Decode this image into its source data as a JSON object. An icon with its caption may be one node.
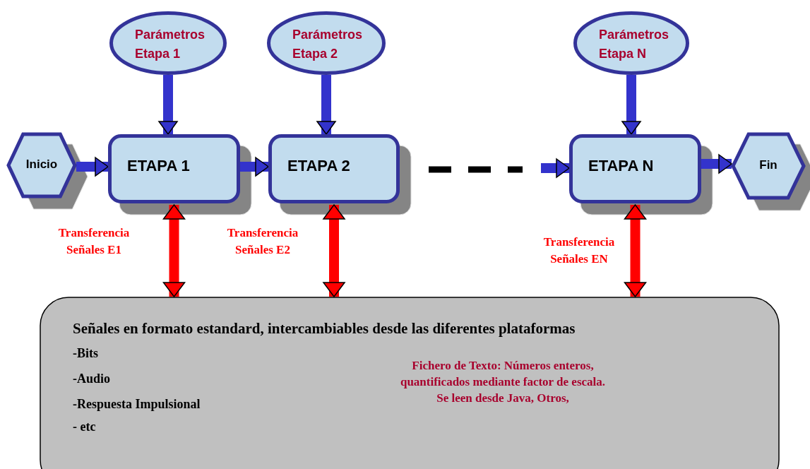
{
  "diagram": {
    "nodes": [
      {
        "text": [
          "Parámetros Etapa 1"
        ]
      },
      {
        "text": [
          "Parámetros Etapa 2"
        ]
      },
      {
        "text": [
          "Parámetros Etapa N"
        ]
      },
      {
        "text": [
          "Inicio"
        ]
      },
      {
        "text": [
          "ETAPA 1"
        ]
      },
      {
        "text": [
          "ETAPA 2"
        ]
      },
      {
        "text": [
          "ETAPA N"
        ]
      },
      {
        "text": [
          "Fin"
        ]
      },
      {
        "text": [
          "Señales en formato estandard, intercambiables desde las diferentes plataformas",
          "-Bits",
          "-Audio",
          "-Respuesta Impulsional",
          "- etc",
          "Fichero de Texto: Números enteros, quantificados mediante factor de escala. Se leen desde Java, Otros,"
        ]
      }
    ],
    "edges": [
      {
        "from": 0,
        "to": 4,
        "arrow": "to"
      },
      {
        "from": 1,
        "to": 5,
        "arrow": "to"
      },
      {
        "from": 2,
        "to": 6,
        "arrow": "to"
      },
      {
        "from": 3,
        "to": 4,
        "arrow": "to"
      },
      {
        "from": 4,
        "to": 5,
        "arrow": "to"
      },
      {
        "from": null,
        "to": 6,
        "arrow": "to"
      },
      {
        "from": 6,
        "to": 7,
        "arrow": "to"
      },
      {
        "from": 4,
        "to": 8,
        "arrow": "both",
        "label": "Transferencia Señales E1",
        "color": "#ff0000"
      },
      {
        "from": 5,
        "to": 8,
        "arrow": "both",
        "label": "Transferencia Señales E2",
        "color": "#ff0000"
      },
      {
        "from": 6,
        "to": 8,
        "arrow": "both",
        "label": "Transferencia Señales EN",
        "color": "#ff0000"
      }
    ]
  }
}
